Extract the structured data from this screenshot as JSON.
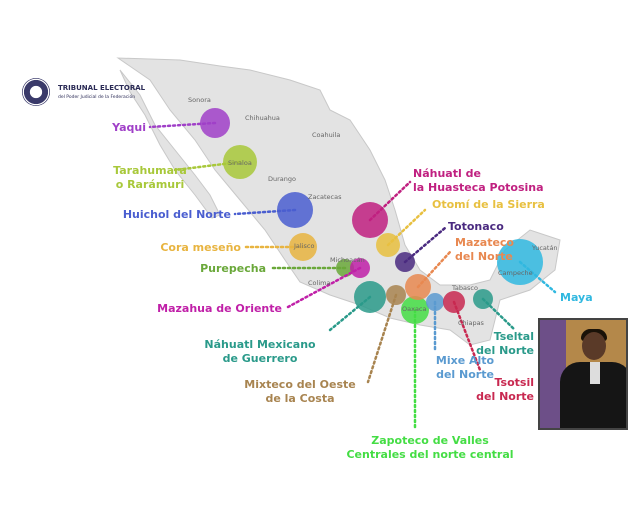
{
  "logo": {
    "title": "TRIBUNAL ELECTORAL",
    "subtitle": "del Poder Judicial de la Federación"
  },
  "colors": {
    "map_land": "#e3e3e3",
    "background": "#ffffff"
  },
  "states": [
    "Sonora",
    "Chihuahua",
    "Coahuila",
    "Sinaloa",
    "Durango",
    "Zacatecas",
    "Jalisco",
    "Michoacán",
    "Colima",
    "Oaxaca",
    "Tabasco",
    "Chiapas",
    "Yucatán",
    "Campeche"
  ],
  "languages": [
    {
      "label": [
        "Yaqui"
      ],
      "color": "#a040c8"
    },
    {
      "label": [
        "Tarahumara",
        "o Rarámuri"
      ],
      "color": "#a8c83a"
    },
    {
      "label": [
        "Huichol del Norte"
      ],
      "color": "#4a5ed0"
    },
    {
      "label": [
        "Cora meseño"
      ],
      "color": "#e8b440"
    },
    {
      "label": [
        "Purepecha"
      ],
      "color": "#6aa83a"
    },
    {
      "label": [
        "Mazahua de Oriente"
      ],
      "color": "#c020a8"
    },
    {
      "label": [
        "Náhuatl Mexicano",
        "de Guerrero"
      ],
      "color": "#2a9a8a"
    },
    {
      "label": [
        "Mixteco del Oeste",
        "de la Costa"
      ],
      "color": "#a88450"
    },
    {
      "label": [
        "Zapoteco de Valles",
        "Centrales del norte central"
      ],
      "color": "#44dd44"
    },
    {
      "label": [
        "Mixe Alto",
        "del Norte"
      ],
      "color": "#5a9ad0"
    },
    {
      "label": [
        "Tsotsil",
        "del Norte"
      ],
      "color": "#c82850"
    },
    {
      "label": [
        "Tseltal",
        "del Norte"
      ],
      "color": "#2a9a8a"
    },
    {
      "label": [
        "Maya"
      ],
      "color": "#30b8e0"
    },
    {
      "label": [
        "Mazateco",
        "del Norte"
      ],
      "color": "#e88850"
    },
    {
      "label": [
        "Totonaco"
      ],
      "color": "#4a2a80"
    },
    {
      "label": [
        "Otomí de la Sierra"
      ],
      "color": "#e8c040"
    },
    {
      "label": [
        "Náhuatl de",
        "la Huasteca Potosina"
      ],
      "color": "#c02080"
    }
  ]
}
